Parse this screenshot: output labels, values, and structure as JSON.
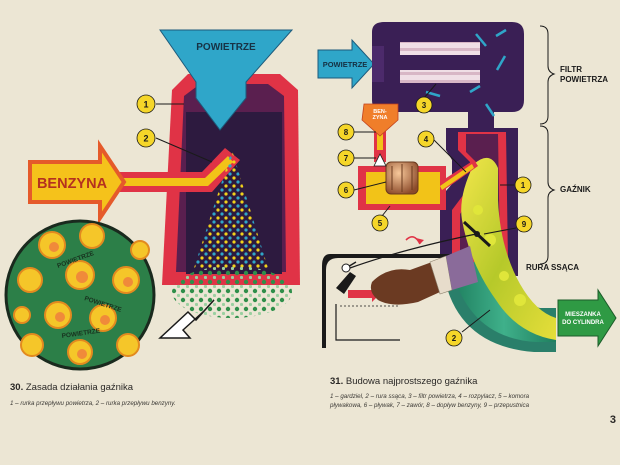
{
  "fig30": {
    "air_label": "POWIETRZE",
    "fuel_label": "BENZYNA",
    "droplet_label": "POWIETRZE",
    "callouts": [
      "1",
      "2"
    ],
    "caption_num": "30.",
    "caption_title": "Zasada działania gaźnika",
    "caption_desc": "1 – rurka przepływu powietrza, 2 – rurka przepływu benzyny."
  },
  "fig31": {
    "air_label": "POWIETRZE",
    "fuel_label": "BEN-\nZYNA",
    "section_filter": "FILTR\nPOWIETRZA",
    "section_carb": "GAŹNIK",
    "section_intake": "RURA SSĄCA",
    "mixture_label": "MIESZANKA\nDO CYLINDRA",
    "callouts": [
      "1",
      "2",
      "3",
      "4",
      "5",
      "6",
      "7",
      "8",
      "9"
    ],
    "caption_num": "31.",
    "caption_title": "Budowa najprostszego gaźnika",
    "caption_desc_line1": "1 – gardziel, 2 – rura ssąca, 3 – filtr powietrza, 4 – rozpylacz, 5 – komora",
    "caption_desc_line2": "pływakowa, 6 – pływak, 7 – zawór, 8 – dopływ benzyny, 9 – przepustnica"
  },
  "page_number": "3",
  "colors": {
    "paper": "#ece6d4",
    "air_blue": "#2fa6c9",
    "dark_purple": "#3a1f55",
    "red": "#e03346",
    "fuel_yellow": "#f2c318",
    "fuel_orange": "#f07e2a",
    "green": "#2f8f4a",
    "mixture_yellow": "#d8dc3a"
  }
}
